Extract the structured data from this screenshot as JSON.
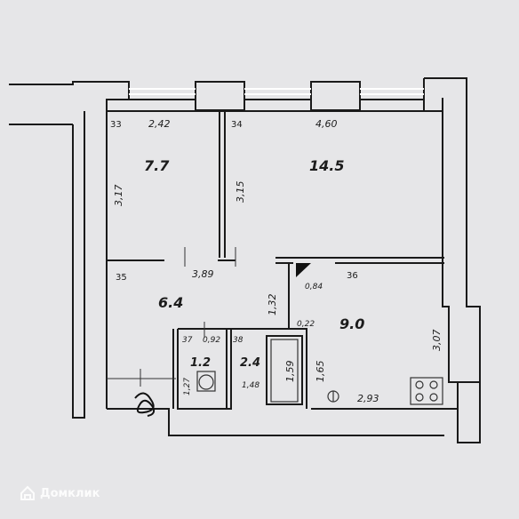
{
  "rooms": [
    {
      "id": "room-33",
      "number": "33",
      "area": "7.7"
    },
    {
      "id": "room-34",
      "number": "34",
      "area": "14.5"
    },
    {
      "id": "room-35",
      "number": "35",
      "area": "6.4"
    },
    {
      "id": "room-36",
      "number": "36",
      "area": "9.0"
    },
    {
      "id": "room-37",
      "number": "37",
      "area": "1.2"
    },
    {
      "id": "room-38",
      "number": "38",
      "area": "2.4"
    }
  ],
  "dimensions": {
    "room33_width": "2,42",
    "room33_height": "3,17",
    "room34_width": "4,60",
    "room34_height": "3,15",
    "hall_width": "3,89",
    "hall_depth": "1,32",
    "niche_width": "0,84",
    "niche_depth": "0,22",
    "toilet_width": "0,92",
    "toilet_depth": "1,27",
    "bath_width": "1,48",
    "bath_depth": "1,59",
    "kitchen_depth": "1,65",
    "kitchen_width": "2,93",
    "kitchen_height": "3,07"
  },
  "watermark": {
    "text": "Домклик",
    "icon": "house-logo-icon"
  },
  "colors": {
    "background": "#e6e6e8",
    "wall": "#1a1a1a",
    "window": "#ffffff"
  }
}
